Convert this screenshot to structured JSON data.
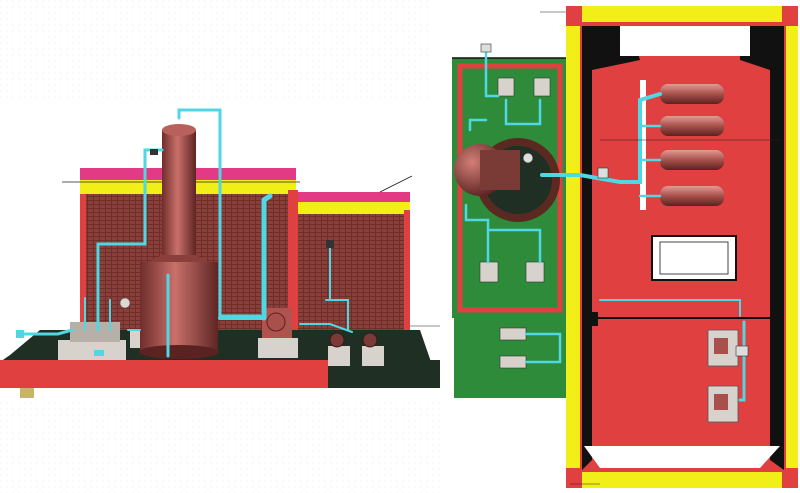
{
  "views": {
    "elevation": {
      "view": "front-elevation",
      "components": [
        "vertical-tank",
        "brick-enclosure",
        "skid-base",
        "pump-units",
        "cyan-piping",
        "pipe-valves"
      ]
    },
    "plan": {
      "view": "top-plan",
      "components": [
        "green-equipment-room",
        "yellow-building-wall",
        "red-floor-slab",
        "cylinder-bank",
        "window-panel",
        "pump-units",
        "cyan-piping"
      ]
    }
  },
  "colors": {
    "background": "#ffffff",
    "pipe": "#4fd7e3",
    "brick": "#8a3f3a",
    "tank": "#a94f4c",
    "red_slab": "#e0403f",
    "green_room": "#2e8b3a",
    "yellow_wall": "#f2ee17",
    "magenta_roof": "#e23a85",
    "dark_base": "#1f2f23",
    "machinery_grey": "#d8d2cc"
  },
  "icons": {
    "valve": "valve-icon",
    "pump": "pump-icon",
    "gauge": "gauge-icon"
  }
}
